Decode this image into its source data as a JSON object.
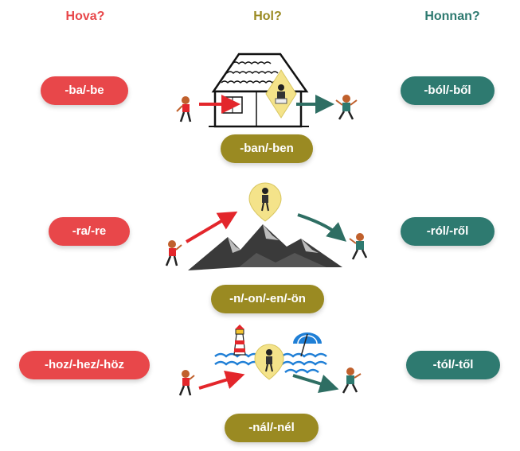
{
  "headers": {
    "hova": "Hova?",
    "hol": "Hol?",
    "honnan": "Honnan?"
  },
  "rows": [
    {
      "hova": "-ba/-be",
      "hol": "-ban/-ben",
      "honnan": "-ból/-ből"
    },
    {
      "hova": "-ra/-re",
      "hol": "-n/-on/-en/-ön",
      "honnan": "-ról/-ről"
    },
    {
      "hova": "-hoz/-hez/-höz",
      "hol": "-nál/-nél",
      "honnan": "-tól/-től"
    }
  ],
  "colors": {
    "red": "#e8474a",
    "olive": "#9a8a22",
    "teal": "#2e7a70",
    "pin_yellow": "#f4e38a"
  },
  "icons": [
    "house-icon",
    "mountain-icon",
    "lighthouse-icon",
    "beach-umbrella-icon",
    "waves-icon",
    "map-pin-icon",
    "person-icon",
    "arrow-icon"
  ]
}
